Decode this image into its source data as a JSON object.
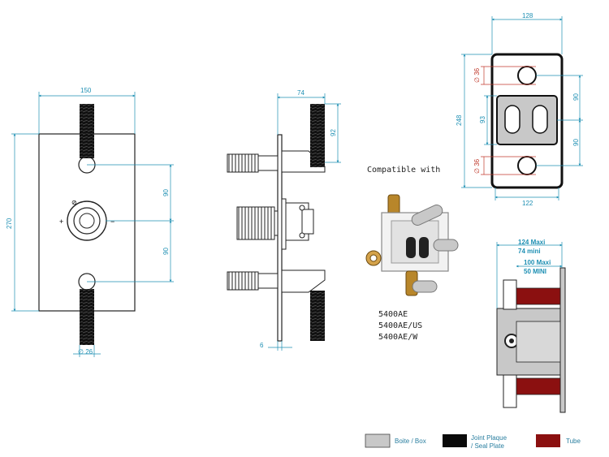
{
  "front_view": {
    "width": "150",
    "height": "270",
    "spacing_upper": "90",
    "spacing_lower": "90",
    "diameter": "∅ 26"
  },
  "side_view": {
    "depth": "74",
    "offset": "92",
    "plate": "6"
  },
  "compatible": {
    "title": "Compatible with",
    "models": [
      "5400AE",
      "5400AE/US",
      "5400AE/W"
    ]
  },
  "box_view": {
    "width": "128",
    "height": "248",
    "bottom_width": "122",
    "hole_top": "∅ 36",
    "hole_bottom": "∅ 36",
    "center_height": "93",
    "right_upper": "90",
    "right_lower": "90"
  },
  "section_view": {
    "max_depth": "124 Maxi",
    "min_depth": "74 mini",
    "max_inner": "100 Maxi",
    "min_inner": "50 MINI"
  },
  "legend": {
    "items": [
      {
        "label": "Boite / Box",
        "color": "#c8c8c8"
      },
      {
        "label": "Joint Plaque\n/ Seal Plate",
        "line1": "Joint Plaque",
        "line2": "/ Seal Plate",
        "color": "#0a0a0a"
      },
      {
        "label": "Tube",
        "color": "#8b1010"
      }
    ]
  }
}
